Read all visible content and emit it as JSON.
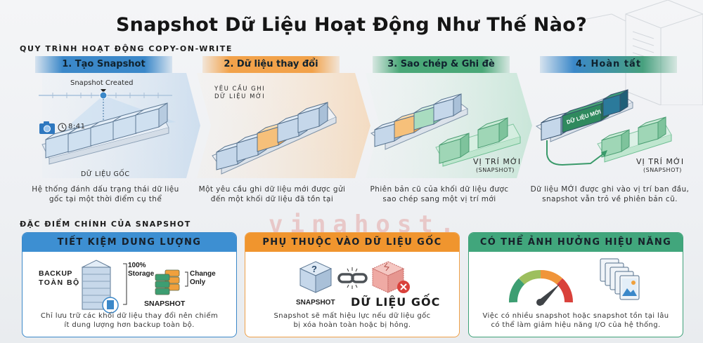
{
  "title": "Snapshot Dữ Liệu Hoạt Động Như Thế Nào?",
  "workflow": {
    "heading": "QUY TRÌNH HOẠT ĐỘNG COPY-ON-WRITE",
    "steps": [
      {
        "label": "1. Tạo Snapshot",
        "color": "#3b88c9",
        "marker_label": "Snapshot Created",
        "time": "8:41",
        "block_label": "DỮ LIỆU GỐC",
        "description_line1": "Hệ thống đánh dấu trạng thái dữ liệu",
        "description_line2": "gốc tại một thời điểm cụ thể"
      },
      {
        "label": "2. Dữ liệu thay đổi",
        "color": "#f2a24a",
        "request_label_line1": "YÊU CẦU GHI",
        "request_label_line2": "DỮ LIỆU MỚI",
        "description_line1": "Một yêu cầu ghi dữ liệu mới được gửi",
        "description_line2": "đến một khối dữ liệu đã tồn tại"
      },
      {
        "label": "3. Sao chép & Ghi đè",
        "color": "#4aa878",
        "location_label": "VỊ TRÍ MỚI",
        "location_sub": "(SNAPSHOT)",
        "description_line1": "Phiên bản cũ của khối dữ liệu được",
        "description_line2": "sao chép sang một vị trí mới"
      },
      {
        "label": "4. Hoàn tất",
        "color": "#3b88c9",
        "new_data_label": "DỮ LIỆU MỚI",
        "location_label": "VỊ TRÍ MỚI",
        "location_sub": "(SNAPSHOT)",
        "description_line1": "Dữ liệu MỚI được ghi vào vị trí ban đầu,",
        "description_line2": "snapshot vẫn trỏ về phiên bản cũ."
      }
    ]
  },
  "features": {
    "heading": "ĐẶC ĐIỂM CHÍNH CỦA SNAPSHOT",
    "watermark": "vinahost.",
    "cards": [
      {
        "title": "TIẾT KIỆM DUNG LƯỢNG",
        "color": "#3d8fd2",
        "backup_label_line1": "BACKUP",
        "backup_label_line2": "TOÀN BỘ",
        "storage_line1": "100%",
        "storage_line2": "Storage",
        "change_line1": "Change",
        "change_line2": "Only",
        "snapshot_label": "SNAPSHOT",
        "description_line1": "Chỉ lưu trữ các khối dữ liệu thay đổi nên chiếm",
        "description_line2": "ít dung lượng hơn backup toàn bộ."
      },
      {
        "title": "PHỤ THUỘC VÀO DỮ LIỆU GỐC",
        "color": "#f0952e",
        "snapshot_label": "SNAPSHOT",
        "origin_label": "DỮ LIỆU GỐC",
        "description_line1": "Snapshot sẽ mất hiệu lực nếu dữ liệu gốc",
        "description_line2": "bị xóa hoàn toàn hoặc bị hỏng."
      },
      {
        "title": "CÓ THỂ ẢNH HƯỞNG HIỆU NĂNG",
        "color": "#41a67c",
        "description_line1": "Việc có nhiều snapshot hoặc snapshot tồn tại lâu",
        "description_line2": "có thể làm giảm hiệu năng I/O của hệ thống."
      }
    ]
  }
}
